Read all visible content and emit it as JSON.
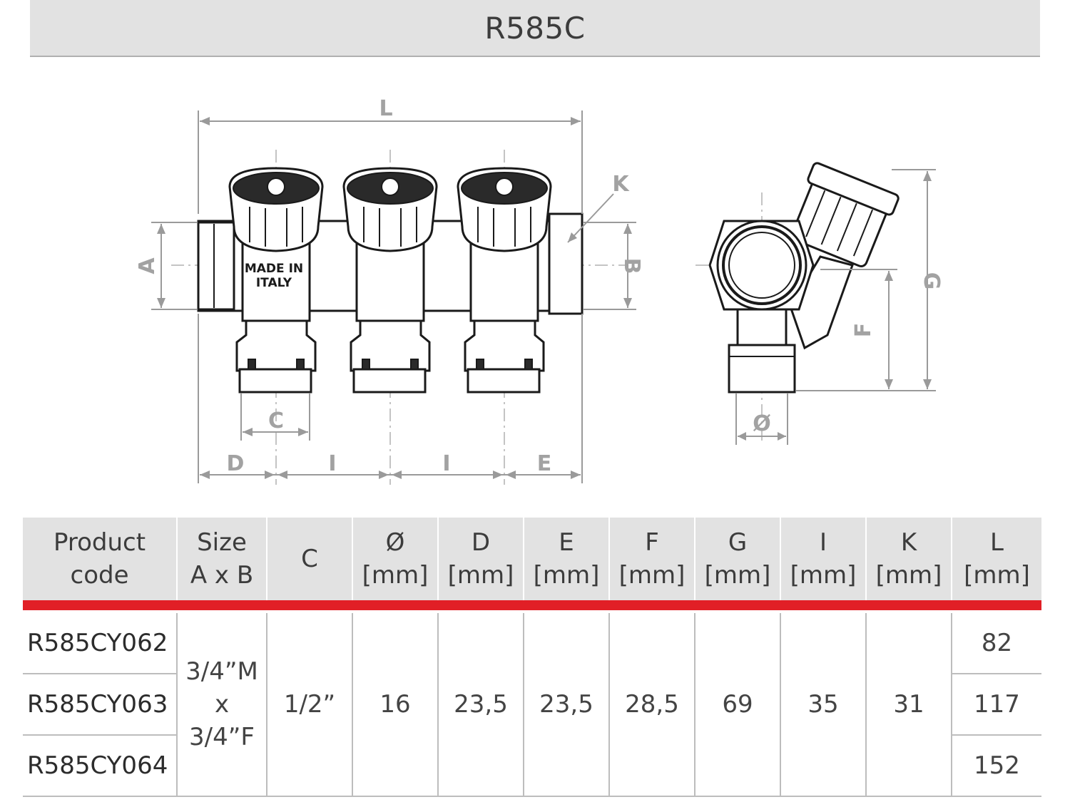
{
  "title": "R585C",
  "drawing": {
    "front_labels": {
      "L": "L",
      "K": "K",
      "A": "A",
      "B": "B",
      "C": "C",
      "D": "D",
      "I1": "I",
      "I2": "I",
      "E": "E"
    },
    "front_stamp": [
      "MADE IN",
      "ITALY"
    ],
    "side_labels": {
      "G": "G",
      "F": "F",
      "diameter": "Ø"
    }
  },
  "table": {
    "headers": [
      [
        "Product",
        "code"
      ],
      [
        "Size",
        "A x B"
      ],
      [
        "C"
      ],
      [
        "Ø",
        "[mm]"
      ],
      [
        "D",
        "[mm]"
      ],
      [
        "E",
        "[mm]"
      ],
      [
        "F",
        "[mm]"
      ],
      [
        "G",
        "[mm]"
      ],
      [
        "I",
        "[mm]"
      ],
      [
        "K",
        "[mm]"
      ],
      [
        "L",
        "[mm]"
      ]
    ],
    "codes": [
      "R585CY062",
      "R585CY063",
      "R585CY064"
    ],
    "size": [
      "3/4”M",
      "x",
      "3/4”F"
    ],
    "shared": [
      "1/2”",
      "16",
      "23,5",
      "23,5",
      "28,5",
      "69",
      "35",
      "31"
    ],
    "L": [
      "82",
      "117",
      "152"
    ]
  }
}
